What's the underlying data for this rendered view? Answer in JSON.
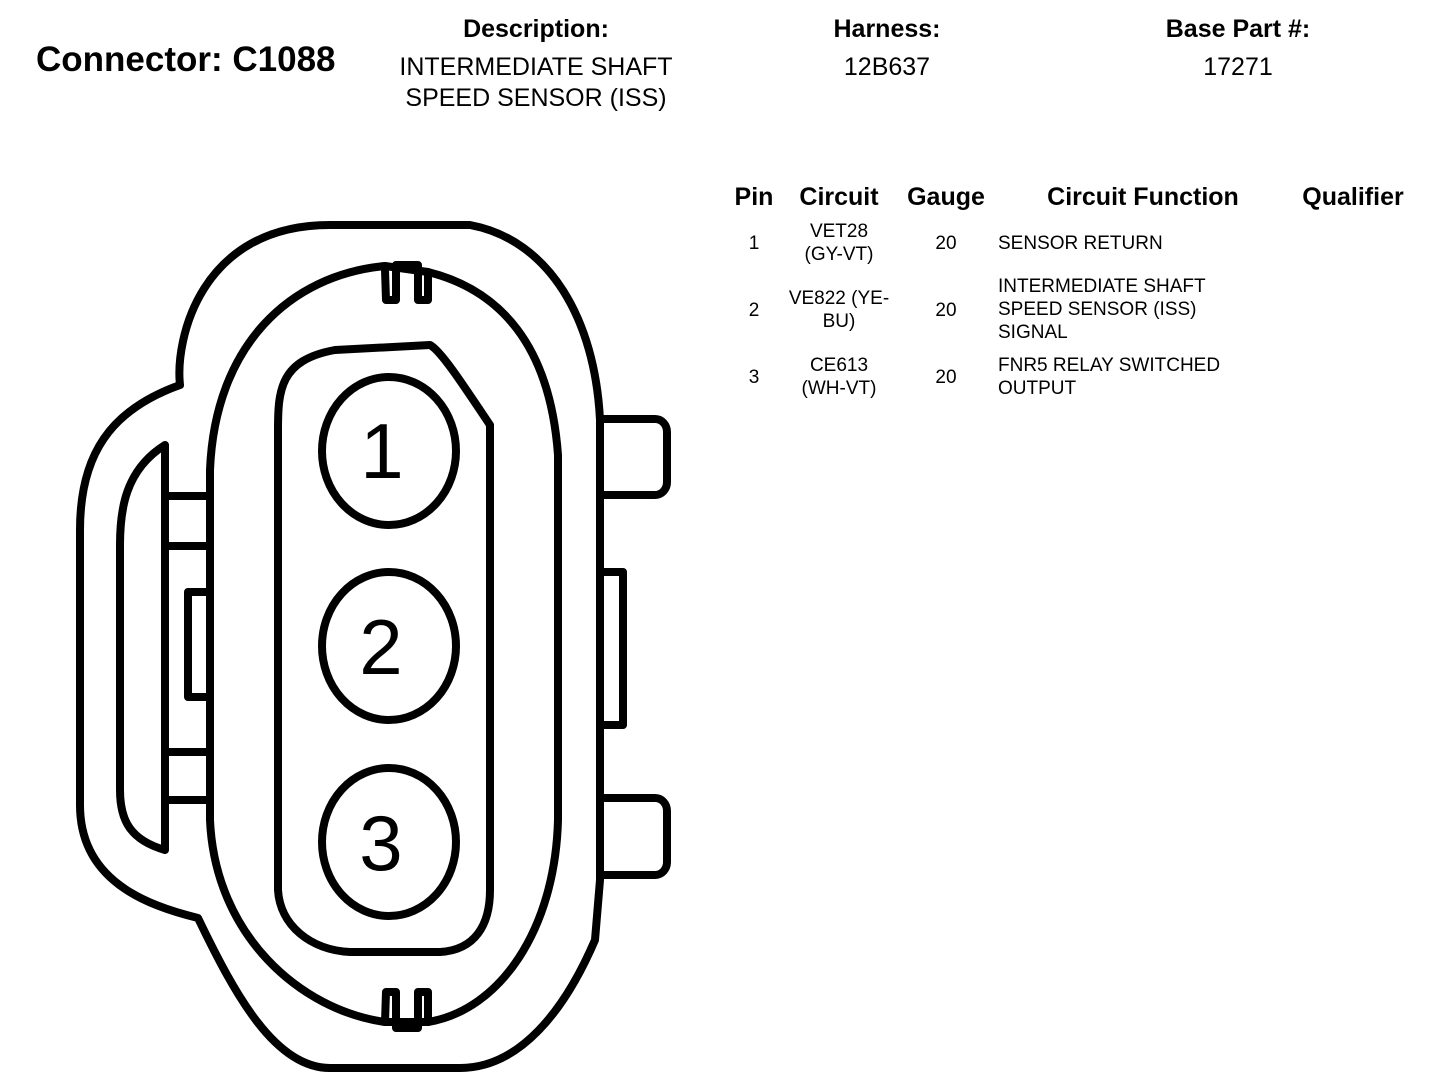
{
  "header": {
    "connector_title": "Connector: C1088",
    "description_label": "Description:",
    "description_lines": [
      "INTERMEDIATE SHAFT",
      "SPEED SENSOR (ISS)"
    ],
    "harness_label": "Harness:",
    "harness_value": "12B637",
    "base_part_label": "Base Part #:",
    "base_part_value": "17271"
  },
  "table": {
    "columns": [
      "Pin",
      "Circuit",
      "Gauge",
      "Circuit Function",
      "Qualifier"
    ],
    "rows": [
      {
        "pin": "1",
        "circuit_lines": [
          "VET28",
          "(GY-VT)"
        ],
        "gauge": "20",
        "function_lines": [
          "SENSOR RETURN"
        ],
        "qualifier": ""
      },
      {
        "pin": "2",
        "circuit_lines": [
          "VE822 (YE-",
          "BU)"
        ],
        "gauge": "20",
        "function_lines": [
          "INTERMEDIATE SHAFT",
          "SPEED SENSOR (ISS)",
          "SIGNAL"
        ],
        "qualifier": ""
      },
      {
        "pin": "3",
        "circuit_lines": [
          "CE613",
          "(WH-VT)"
        ],
        "gauge": "20",
        "function_lines": [
          "FNR5 RELAY SWITCHED",
          "OUTPUT"
        ],
        "qualifier": ""
      }
    ]
  },
  "diagram": {
    "pin_labels": [
      "1",
      "2",
      "3"
    ],
    "line_color": "#000000",
    "fill_color": "#ffffff"
  }
}
